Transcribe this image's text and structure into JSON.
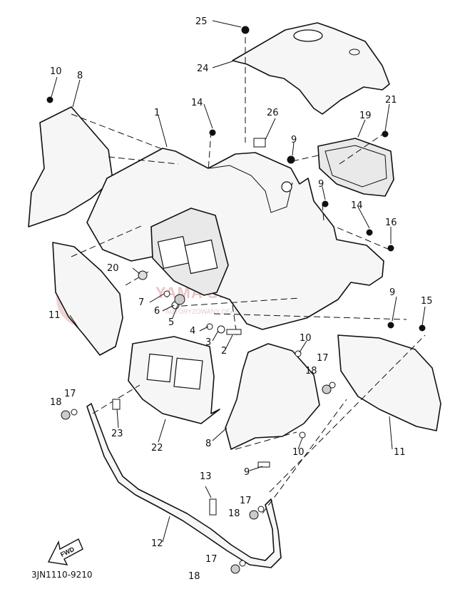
{
  "diagram": {
    "drawing_code": "3JN1110-9210",
    "fwd_label": "FWD",
    "watermark": {
      "brand": "YAMA SKLEP.PL",
      "sub": "AUTORYZOWANY DEALER YAMAHA"
    },
    "callouts": {
      "c1": "1",
      "c2": "2",
      "c3": "3",
      "c4": "4",
      "c5": "5",
      "c6": "6",
      "c7": "7",
      "c8a": "8",
      "c8b": "8",
      "c9a": "9",
      "c9b": "9",
      "c9c": "9",
      "c9d": "9",
      "c10a": "10",
      "c10b": "10",
      "c10c": "10",
      "c11a": "11",
      "c11b": "11",
      "c12": "12",
      "c13": "13",
      "c14a": "14",
      "c14b": "14",
      "c15": "15",
      "c16": "16",
      "c17a": "17",
      "c17b": "17",
      "c17c": "17",
      "c17d": "17",
      "c18a": "18",
      "c18b": "18",
      "c18c": "18",
      "c18d": "18",
      "c19": "19",
      "c20": "20",
      "c21": "21",
      "c22": "22",
      "c23": "23",
      "c24": "24",
      "c25": "25",
      "c26": "26"
    }
  }
}
